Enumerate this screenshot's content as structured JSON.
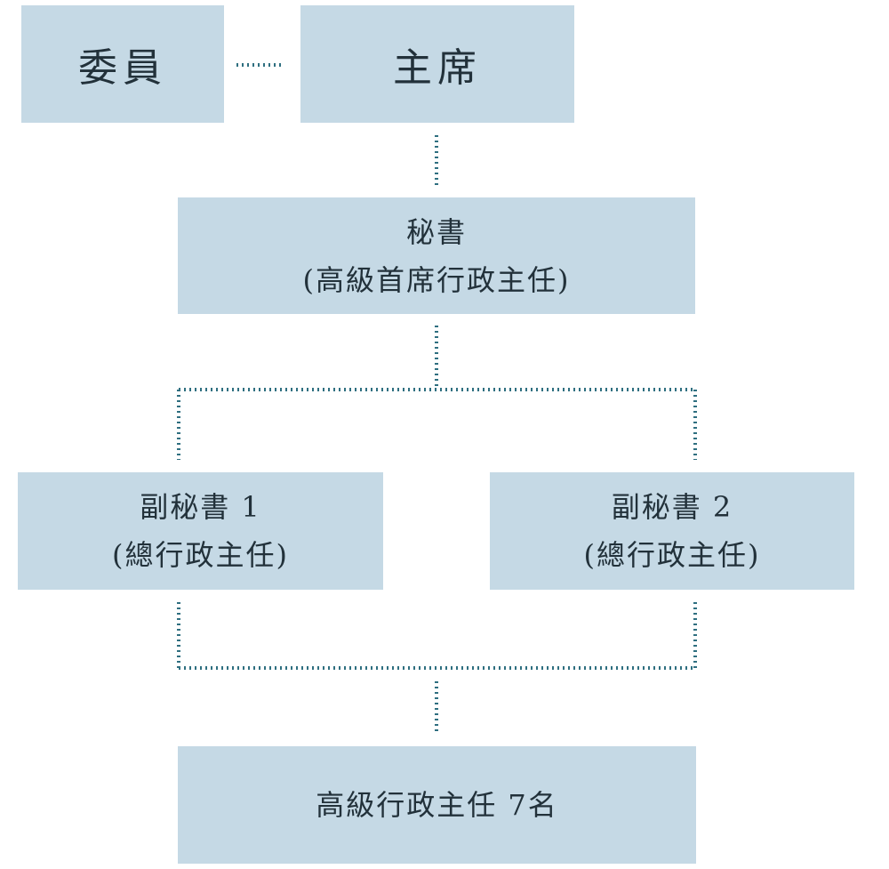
{
  "org_chart": {
    "member": {
      "label": "委員"
    },
    "chairman": {
      "label": "主席"
    },
    "secretary": {
      "title": "秘書",
      "rank": "(高級首席行政主任)"
    },
    "deputy_1": {
      "title": "副秘書 1",
      "rank": "(總行政主任)"
    },
    "deputy_2": {
      "title": "副秘書 2",
      "rank": "(總行政主任)"
    },
    "officers": {
      "label": "高級行政主任 7名"
    }
  },
  "colors": {
    "box_fill": "#c5d9e5",
    "connector": "#2f6f80",
    "text": "#22313a"
  }
}
